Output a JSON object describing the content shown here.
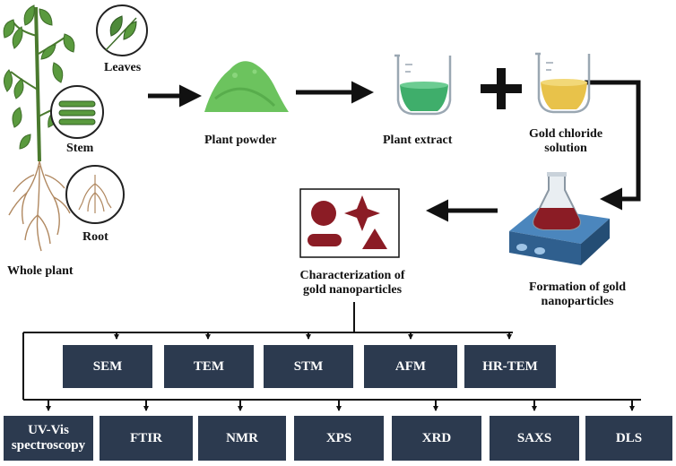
{
  "labels": {
    "leaves": "Leaves",
    "stem": "Stem",
    "root": "Root",
    "whole_plant": "Whole plant",
    "plant_powder": "Plant powder",
    "plant_extract": "Plant extract",
    "gold_chloride_line1": "Gold chloride",
    "gold_chloride_line2": "solution",
    "formation_line1": "Formation of gold",
    "formation_line2": "nanoparticles",
    "characterization_line1": "Characterization of",
    "characterization_line2": "gold nanoparticles"
  },
  "techniques_row1": [
    "SEM",
    "TEM",
    "STM",
    "AFM",
    "HR-TEM"
  ],
  "techniques_row2": [
    "UV-Vis spectroscopy",
    "FTIR",
    "NMR",
    "XPS",
    "XRD",
    "SAXS",
    "DLS"
  ],
  "colors": {
    "technique_box": "#2c3a4f",
    "arrow": "#111111",
    "leaf_green": "#4e8a3a",
    "powder_green": "#6cc35e",
    "extract_green": "#3fae6b",
    "gold_solution": "#e8c24a",
    "nanoparticle_red": "#8b1c25",
    "hotplate_blue": "#3d6e9e"
  }
}
